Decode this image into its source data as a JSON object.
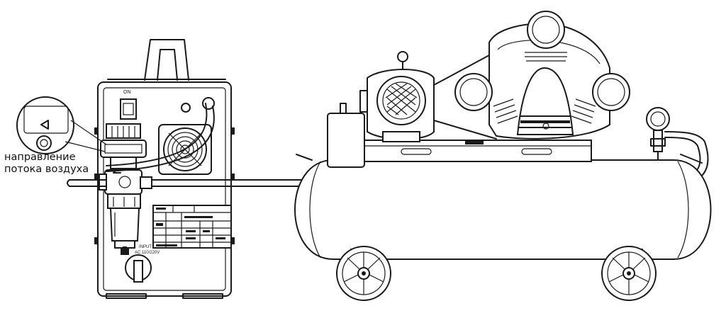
{
  "annotation": {
    "line1": "направление",
    "line2": "потока воздуха"
  },
  "welder_panel": {
    "switch_label": "ON",
    "input_label": "INPUT",
    "input_voltage": "AC 110/220V"
  },
  "colors": {
    "line": "#1a1a1a",
    "background": "#ffffff"
  }
}
